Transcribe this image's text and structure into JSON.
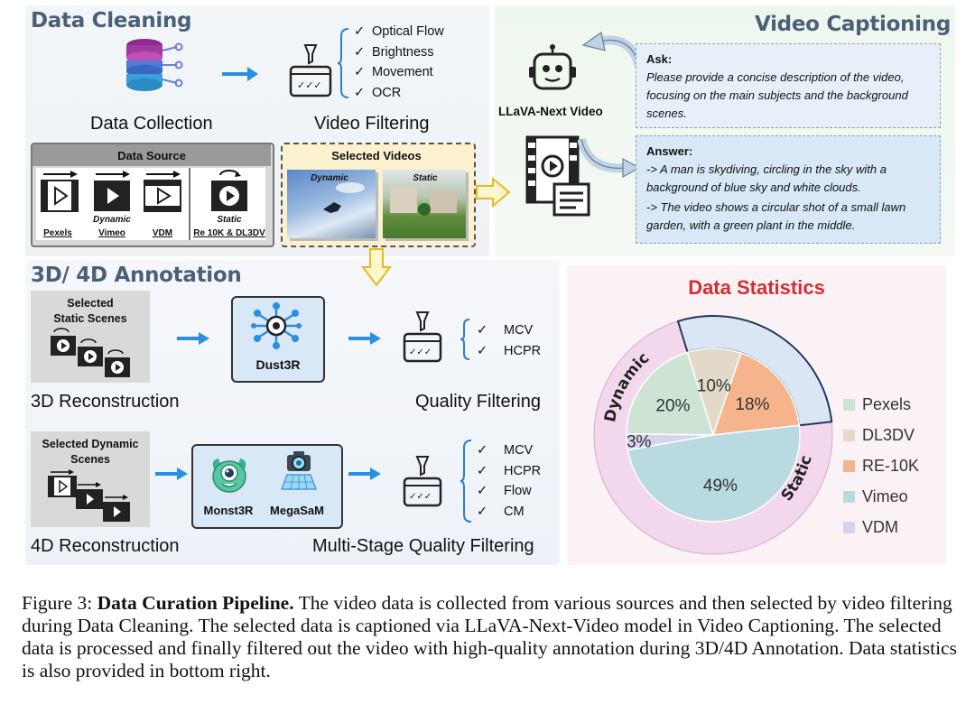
{
  "data_cleaning": {
    "title": "Data Cleaning",
    "collection_label": "Data Collection",
    "filtering_label": "Video Filtering",
    "filter_checks": [
      "Optical Flow",
      "Brightness",
      "Movement",
      "OCR"
    ],
    "data_source": {
      "title": "Data Source",
      "dynamic_label": "Dynamic",
      "static_label": "Static",
      "sources": [
        "Pexels",
        "Vimeo",
        "VDM",
        "Re 10K & DL3DV"
      ]
    },
    "selected_videos": {
      "title": "Selected Videos",
      "dynamic_label": "Dynamic",
      "static_label": "Static"
    }
  },
  "video_captioning": {
    "title": "Video Captioning",
    "model_label": "LLaVA-Next Video",
    "ask_heading": "Ask:",
    "ask_text": "Please provide a concise description of the video, focusing on the main subjects and the background scenes.",
    "answer_heading": "Answer:",
    "answer_1": "-> A man is skydiving, circling in the sky with a background of blue sky and white clouds.",
    "answer_2": "-> The video shows a circular shot of a small lawn garden, with a green plant in the middle."
  },
  "annotation": {
    "title": "3D/ 4D Annotation",
    "static_box_title": "Selected Static Scenes",
    "dust3r_label": "Dust3R",
    "recon3d_label": "3D Reconstruction",
    "quality_filter_label": "Quality Filtering",
    "quality_checks_3d": [
      "MCV",
      "HCPR"
    ],
    "dynamic_box_title": "Selected Dynamic Scenes",
    "monst3r_label": "Monst3R",
    "megasam_label": "MegaSaM",
    "recon4d_label": "4D Reconstruction",
    "multi_stage_label": "Multi-Stage Quality Filtering",
    "quality_checks_4d": [
      "MCV",
      "HCPR",
      "Flow",
      "CM"
    ]
  },
  "statistics": {
    "title": "Data Statistics",
    "dynamic_ring_label": "Dynamic",
    "static_ring_label": "Static",
    "colors": {
      "title": "#d32f2f",
      "pexels": "#cde3d4",
      "dl3dv": "#e3d9c9",
      "re10k": "#f5b48c",
      "vimeo": "#b9dae0",
      "vdm": "#d6d3ee",
      "dynamic_ring": "#f3d7ec",
      "static_ring": "#dbe6f4"
    }
  },
  "chart_data": {
    "type": "pie",
    "title": "Data Statistics",
    "categories": [
      "Pexels",
      "DL3DV",
      "RE-10K",
      "Vimeo",
      "VDM"
    ],
    "values": [
      20,
      10,
      18,
      49,
      3
    ],
    "value_labels": [
      "20%",
      "10%",
      "18%",
      "49%",
      "3%"
    ],
    "groups": [
      {
        "name": "Dynamic",
        "members": [
          "Vimeo",
          "VDM",
          "Pexels"
        ]
      },
      {
        "name": "Static",
        "members": [
          "DL3DV",
          "RE-10K"
        ]
      }
    ],
    "legend_position": "right"
  },
  "caption": {
    "prefix": "Figure 3: ",
    "bold": "Data Curation Pipeline.",
    "text": " The video data is collected from various sources and then selected by video filtering during Data Cleaning. The selected data is captioned via LLaVA-Next-Video model in Video Captioning. The selected data is processed and finally filtered out the video with high-quality annotation during 3D/4D Annotation. Data statistics is also provided in bottom right."
  }
}
